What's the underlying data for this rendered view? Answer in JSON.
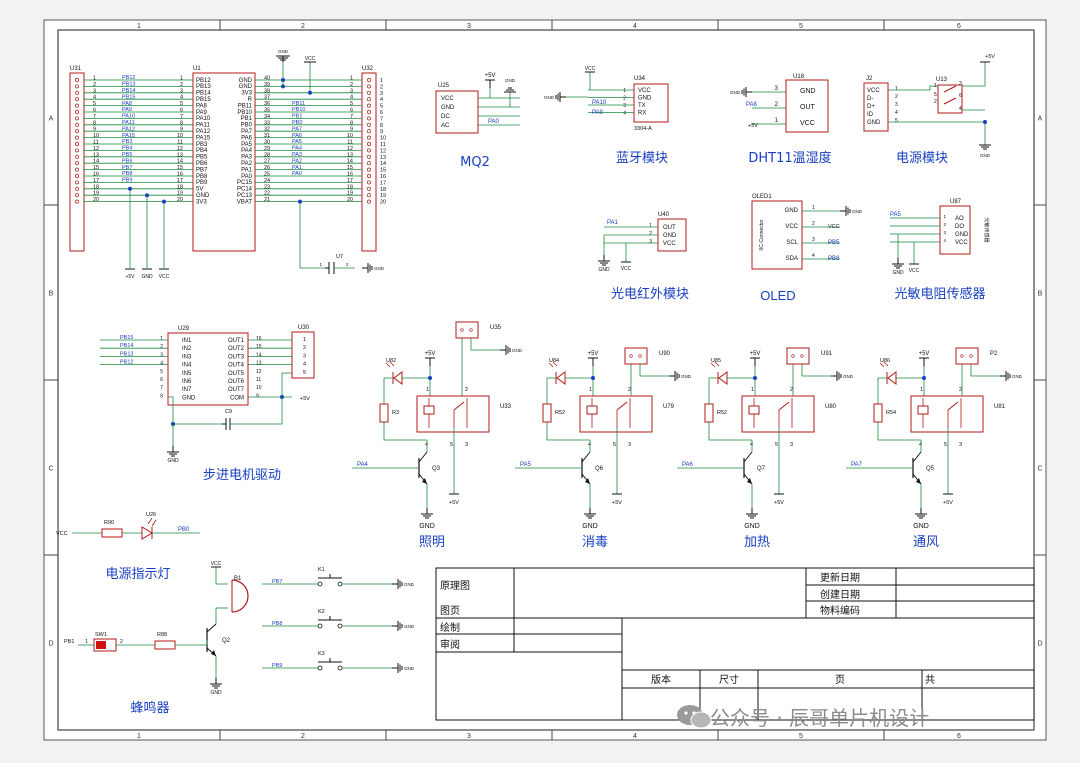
{
  "border_cols": [
    "1",
    "2",
    "3",
    "4",
    "5",
    "6"
  ],
  "border_rows": [
    "A",
    "B",
    "C",
    "D"
  ],
  "mcu": {
    "left_ref": "U31",
    "chip_ref": "U1",
    "right_ref": "U32",
    "left_nums": [
      "1",
      "2",
      "3",
      "4",
      "5",
      "6",
      "7",
      "8",
      "9",
      "10",
      "11",
      "12",
      "13",
      "14",
      "15",
      "16",
      "17",
      "18",
      "19",
      "20"
    ],
    "left_nets": [
      "PB12",
      "PB13",
      "PB14",
      "PB15",
      "PA8",
      "PA9",
      "PA10",
      "PA11",
      "PA12",
      "PA15",
      "PB3",
      "PB4",
      "PB5",
      "PB6",
      "PB7",
      "PB8",
      "PB9",
      "",
      "",
      ""
    ],
    "left_pins": [
      "PB12",
      "PB13",
      "PB14",
      "PB15",
      "PA8",
      "PA9",
      "PA10",
      "PA11",
      "PA12",
      "PA15",
      "PB3",
      "PB4",
      "PB5",
      "PB6",
      "PB7",
      "PB8",
      "PB9",
      "5V",
      "GND",
      "3V3"
    ],
    "right_pins": [
      "GND",
      "GND",
      "3V3",
      "R",
      "PB11",
      "PB10",
      "PB1",
      "PB0",
      "PA7",
      "PA6",
      "PA5",
      "PA4",
      "PA3",
      "PA2",
      "PA1",
      "PA0",
      "PC15",
      "PC14",
      "PC13",
      "VBAT"
    ],
    "right_nums": [
      "40",
      "39",
      "38",
      "37",
      "36",
      "35",
      "34",
      "33",
      "32",
      "31",
      "30",
      "29",
      "28",
      "27",
      "26",
      "25",
      "24",
      "23",
      "22",
      "21"
    ],
    "right_nets": [
      "",
      "",
      "",
      "",
      "PB11",
      "PB10",
      "PB1",
      "PB0",
      "PA7",
      "PA6",
      "PA5",
      "PA4",
      "PA3",
      "PA2",
      "PA1",
      "PA0",
      "",
      "",
      "",
      ""
    ],
    "gnd": "GND",
    "vcc": "VCC",
    "bottom_labels": [
      "+5V",
      "GND",
      "VCC"
    ],
    "cap_ref": "U7",
    "cap_pins": [
      "1",
      "2"
    ],
    "cap_gnd": "GND"
  },
  "mq2": {
    "ref": "U25",
    "pins": [
      "VCC",
      "GND",
      "DC",
      "AC"
    ],
    "plus5v": "+5V",
    "gnd": "GND",
    "net": "PA0",
    "title": "MQ2"
  },
  "bt": {
    "ref": "U34",
    "pins": [
      "VCC",
      "GND",
      "TX",
      "RX"
    ],
    "nums": [
      "1",
      "2",
      "3",
      "4"
    ],
    "vcc": "VCC",
    "gnd": "GND",
    "net1": "PA10",
    "net2": "PA9",
    "model": "3304-A",
    "title": "蓝牙模块"
  },
  "dht": {
    "ref": "U18",
    "pins": [
      "GND",
      "OUT",
      "VCC"
    ],
    "nums": [
      "3",
      "2",
      "1"
    ],
    "gnd": "GND",
    "net": "PA8",
    "plus5v": "+5V",
    "title": "DHT11温湿度"
  },
  "power": {
    "ref1": "J2",
    "ref2": "U13",
    "pins": [
      "VCC",
      "D-",
      "D+",
      "ID",
      "GND"
    ],
    "nums": [
      "1",
      "2",
      "3",
      "4",
      "5"
    ],
    "sw": [
      "1",
      "2",
      "3",
      "4",
      "5",
      "6"
    ],
    "plus5v": "+5V",
    "gnd": "GND",
    "title": "电源模块"
  },
  "ir": {
    "ref": "U40",
    "pins": [
      "OUT",
      "GND",
      "VCC"
    ],
    "nums": [
      "1",
      "2",
      "3"
    ],
    "net": "PA1",
    "gnd": "GND",
    "vcc": "VCC",
    "title": "光电红外模块"
  },
  "oled": {
    "ref": "OLED1",
    "side": "IIC-Connector",
    "pins": [
      "GND",
      "VCC",
      "SCL",
      "SDA"
    ],
    "nums": [
      "1",
      "2",
      "3",
      "4"
    ],
    "gnd": "GND",
    "vcc": "VCC",
    "scl": "PB5",
    "sda": "PB8",
    "title": "OLED"
  },
  "ldr": {
    "ref": "U87",
    "pins": [
      "AO",
      "DO",
      "GND",
      "VCC"
    ],
    "nums": [
      "1",
      "2",
      "3",
      "4"
    ],
    "side": "光敏传感器",
    "net": "PA5",
    "gnd": "GND",
    "vcc": "VCC",
    "title": "光敏电阻传感器"
  },
  "motor": {
    "ref": "U29",
    "ref2": "U30",
    "in": [
      "IN1",
      "IN2",
      "IN3",
      "IN4",
      "IN5",
      "IN6",
      "IN7",
      "GND"
    ],
    "in_nums": [
      "1",
      "2",
      "3",
      "4",
      "5",
      "6",
      "7",
      "8"
    ],
    "out": [
      "OUT1",
      "OUT2",
      "OUT3",
      "OUT4",
      "OUT5",
      "OUT6",
      "OUT7",
      "COM"
    ],
    "out_nums": [
      "16",
      "15",
      "14",
      "13",
      "12",
      "11",
      "10",
      "9"
    ],
    "nets": [
      "PB15",
      "PB14",
      "PB13",
      "PB12"
    ],
    "conn": [
      "1",
      "2",
      "3",
      "4",
      "5"
    ],
    "plus5v": "+5V",
    "cap": "C9",
    "gnd": "GND",
    "title": "步进电机驱动"
  },
  "relays": [
    {
      "led": "U82",
      "r": "R3",
      "relay": "U33",
      "q": "Q3",
      "net": "PA4",
      "title": "照明",
      "conn": "U35"
    },
    {
      "led": "U84",
      "r": "R52",
      "relay": "U79",
      "q": "Q6",
      "net": "PA5",
      "title": "消毒",
      "conn": "U90"
    },
    {
      "led": "U85",
      "r": "R52",
      "relay": "U80",
      "q": "Q7",
      "net": "PA6",
      "title": "加热",
      "conn": "U91"
    },
    {
      "led": "U86",
      "r": "R54",
      "relay": "U81",
      "q": "Q5",
      "net": "PA7",
      "title": "通风",
      "conn": "P2"
    }
  ],
  "relay_common": {
    "plus5v": "+5V",
    "gnd": "GND",
    "pins": [
      "4",
      "5",
      "1",
      "3",
      "2"
    ],
    "conn_pins": [
      "1",
      "2"
    ]
  },
  "power_led": {
    "vcc": "VCC",
    "r": "R90",
    "led": "U26",
    "net": "PB0",
    "title": "电源指示灯"
  },
  "buzzer": {
    "vcc": "VCC",
    "ref": "B1",
    "q": "Q2",
    "sw": "SW1",
    "r": "R88",
    "net": "PB1",
    "pins": [
      "1",
      "2"
    ],
    "gnd": "GND",
    "title": "蜂鸣器"
  },
  "keys": [
    {
      "net": "PB7",
      "ref": "K1",
      "gnd": "GND"
    },
    {
      "net": "PB8",
      "ref": "K2",
      "gnd": "GND"
    },
    {
      "net": "PB9",
      "ref": "K3",
      "gnd": "GND"
    }
  ],
  "title_block": {
    "schematic": "原理图",
    "page": "图页",
    "drawn": "绘制",
    "review": "审阅",
    "update": "更新日期",
    "create": "创建日期",
    "material": "物料编码",
    "version": "版本",
    "size": "尺寸",
    "pg": "页",
    "total": "共"
  },
  "watermark": "公众号 · 辰哥单片机设计"
}
